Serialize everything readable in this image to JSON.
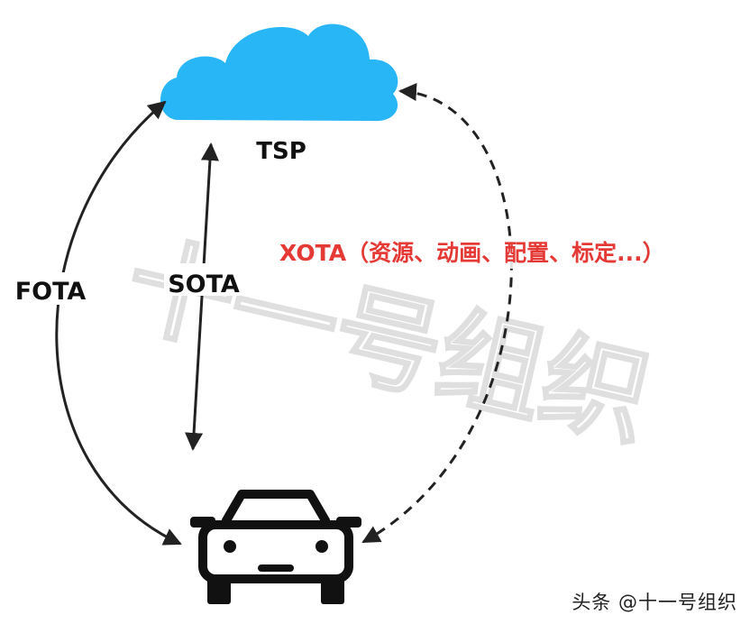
{
  "diagram": {
    "cloud": {
      "label": "TSP",
      "color": "#29B6F6"
    },
    "vehicle": {
      "icon": "car-icon",
      "color": "#111111"
    },
    "links": [
      {
        "label": "FOTA",
        "style": "solid",
        "direction": "bidirectional",
        "color": "#222222"
      },
      {
        "label": "SOTA",
        "style": "solid",
        "direction": "bidirectional",
        "color": "#222222"
      },
      {
        "label": "XOTA（资源、动画、配置、标定...）",
        "style": "dashed",
        "direction": "bidirectional",
        "color": "#E53935"
      }
    ]
  },
  "watermark": {
    "text": "十一号组织",
    "credit": "头条 @十一号组织"
  }
}
